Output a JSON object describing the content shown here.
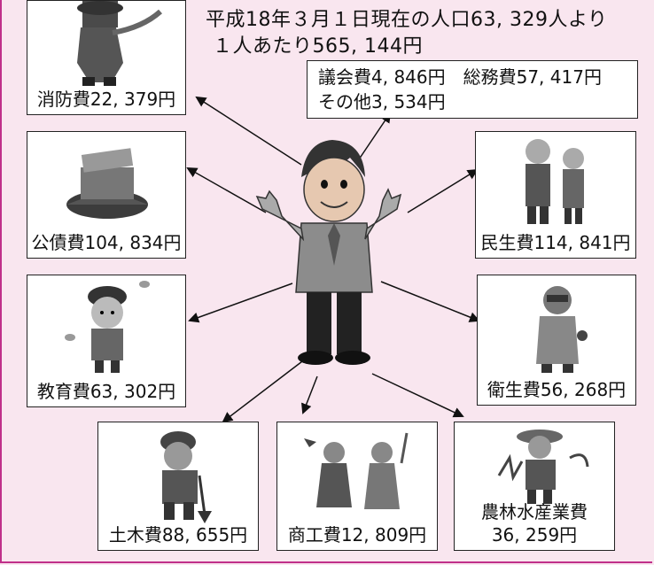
{
  "header": {
    "line1": "平成18年３月１日現在の人口63, 329人より",
    "line2": "１人あたり565, 144円"
  },
  "center": {
    "line1": "議会費4, 846円　総務費57, 417円",
    "line2": "その他3, 534円"
  },
  "items": {
    "fire": "消防費22, 379円",
    "debt": "公債費104, 834円",
    "education": "教育費63, 302円",
    "civil_engineering": "土木費88, 655円",
    "commerce": "商工費12, 809円",
    "agriculture_line1": "農林水産業費",
    "agriculture_line2": "36, 259円",
    "health": "衛生費56, 268円",
    "welfare": "民生費114, 841円"
  },
  "colors": {
    "background": "#f9e6ef",
    "frame": "#c0308a"
  }
}
